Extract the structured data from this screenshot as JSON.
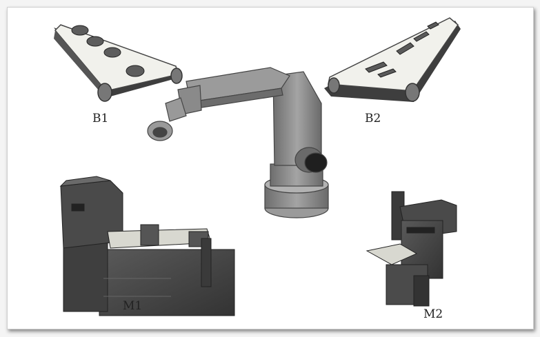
{
  "labels": {
    "b1": "B1",
    "b2": "B2",
    "m1": "M1",
    "m2": "M2"
  },
  "colors": {
    "dark_machine": "#4a4a4a",
    "robot": "#8e8e8e",
    "belt_surface": "#f1f1ec"
  }
}
